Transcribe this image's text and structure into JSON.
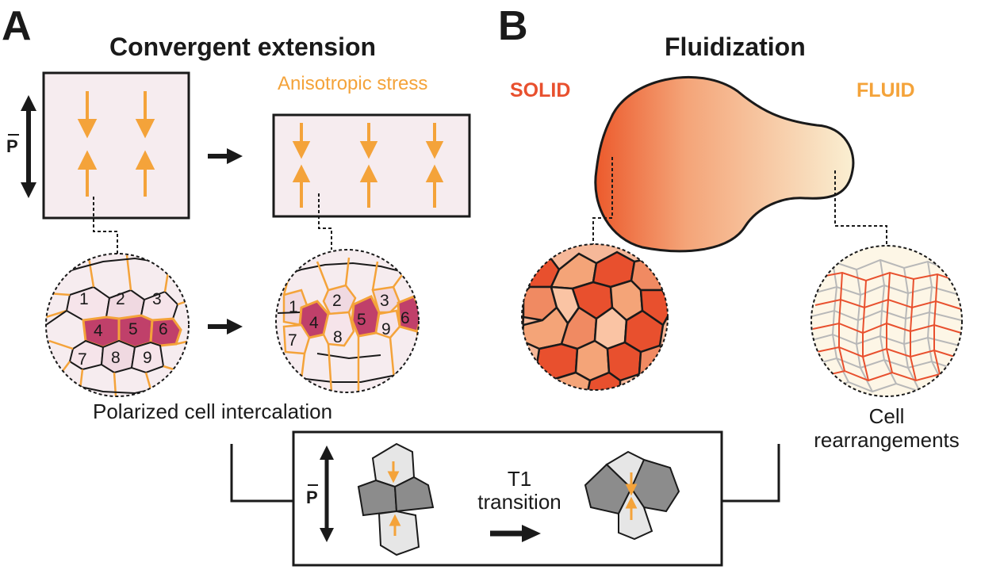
{
  "panel_a": {
    "letter": "A",
    "title": "Convergent extension",
    "stress_label": "Anisotropic stress",
    "polarity_symbol": "P",
    "intercalation_label": "Polarized cell intercalation",
    "cells_before": [
      "1",
      "2",
      "3",
      "4",
      "5",
      "6",
      "7",
      "8",
      "9"
    ],
    "cells_after": [
      "1",
      "2",
      "3",
      "4",
      "5",
      "6",
      "7",
      "8",
      "9"
    ]
  },
  "panel_b": {
    "letter": "B",
    "title": "Fluidization",
    "solid_label": "SOLID",
    "fluid_label": "FLUID",
    "rearrangements_line1": "Cell",
    "rearrangements_line2": "rearrangements"
  },
  "t1_box": {
    "polarity_symbol": "P",
    "transition_line1": "T1",
    "transition_line2": "transition"
  },
  "colors": {
    "orange": "#f4a33a",
    "red": "#e8502e",
    "magenta": "#c0406a",
    "pale_pink": "#f6ecef",
    "gray": "#8c8c8c",
    "light_gray": "#d9d9d9"
  }
}
